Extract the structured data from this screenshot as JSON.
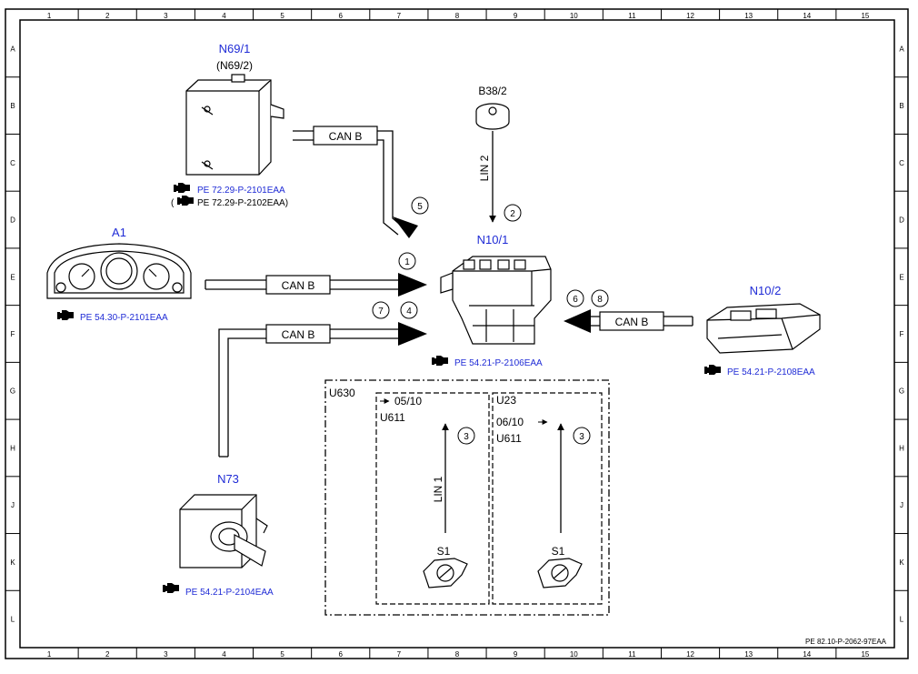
{
  "frame": {
    "col_labels": [
      "1",
      "2",
      "3",
      "4",
      "5",
      "6",
      "7",
      "8",
      "9",
      "10",
      "11",
      "12",
      "13",
      "14",
      "15"
    ],
    "row_labels": [
      "A",
      "B",
      "C",
      "D",
      "E",
      "F",
      "G",
      "H",
      "J",
      "K",
      "L"
    ]
  },
  "components": {
    "n69_1": {
      "label": "N69/1",
      "alt_label": "(N69/2)",
      "ref": "PE 72.29-P-2101EAA",
      "ref_alt_open": "(",
      "ref_alt": "PE 72.29-P-2102EAA)"
    },
    "b38_2": {
      "label": "B38/2"
    },
    "n10_1": {
      "label": "N10/1",
      "ref": "PE 54.21-P-2106EAA"
    },
    "a1": {
      "label": "A1",
      "ref": "PE 54.30-P-2101EAA"
    },
    "n10_2": {
      "label": "N10/2",
      "ref": "PE 54.21-P-2108EAA"
    },
    "n73": {
      "label": "N73",
      "ref": "PE 54.21-P-2104EAA"
    }
  },
  "connections": {
    "can_top": "CAN B",
    "can_a1": "CAN B",
    "can_n73": "CAN B",
    "can_n10_2": "CAN B",
    "lin2": "LIN 2",
    "lin1": "LIN 1"
  },
  "markers": {
    "m1": "1",
    "m2": "2",
    "m3a": "3",
    "m3b": "3",
    "m4": "4",
    "m5": "5",
    "m6": "6",
    "m7": "7",
    "m8": "8"
  },
  "groups": {
    "u630": "U630",
    "left_date": "05/10",
    "left_code": "U611",
    "u23": "U23",
    "right_date": "06/10",
    "right_code": "U611",
    "s1_left": "S1",
    "s1_right": "S1"
  },
  "footer": {
    "doc_id": "PE 82.10-P-2062-97EAA"
  }
}
